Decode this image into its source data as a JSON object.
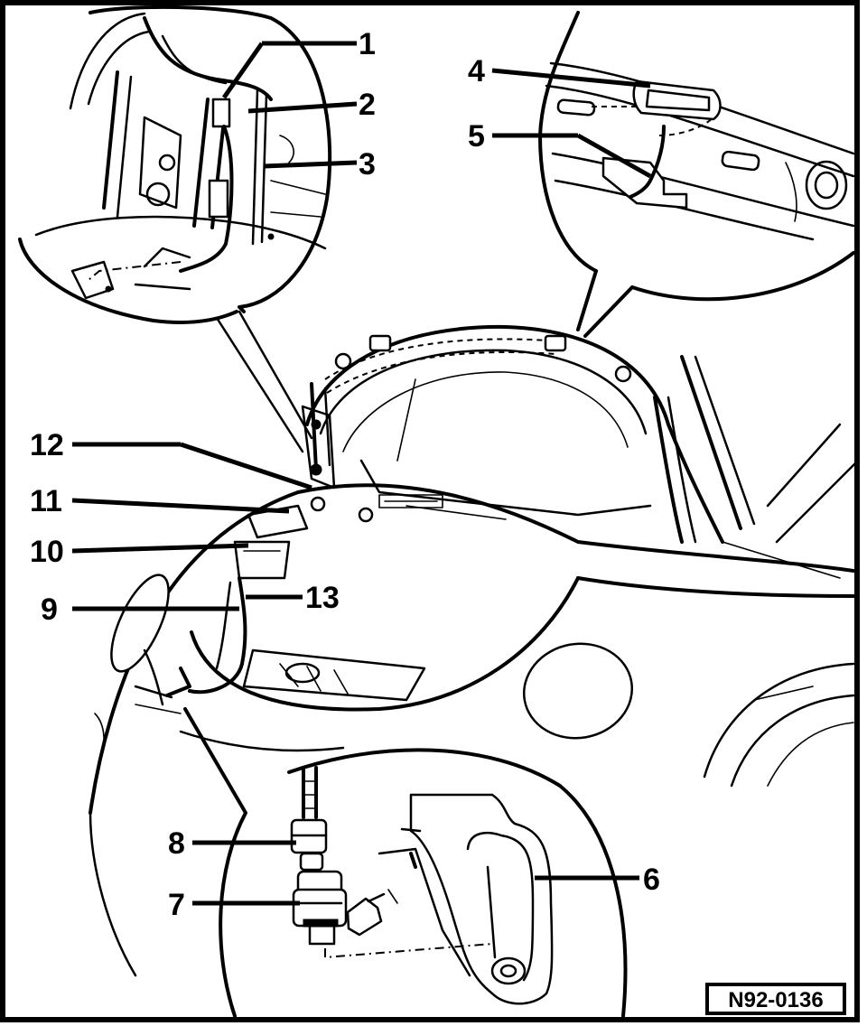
{
  "figure": {
    "reference_code": "N92-0136",
    "callouts": [
      {
        "label": "1"
      },
      {
        "label": "2"
      },
      {
        "label": "3"
      },
      {
        "label": "4"
      },
      {
        "label": "5"
      },
      {
        "label": "6"
      },
      {
        "label": "7"
      },
      {
        "label": "8"
      },
      {
        "label": "9"
      },
      {
        "label": "10"
      },
      {
        "label": "11"
      },
      {
        "label": "12"
      },
      {
        "label": "13"
      }
    ]
  }
}
